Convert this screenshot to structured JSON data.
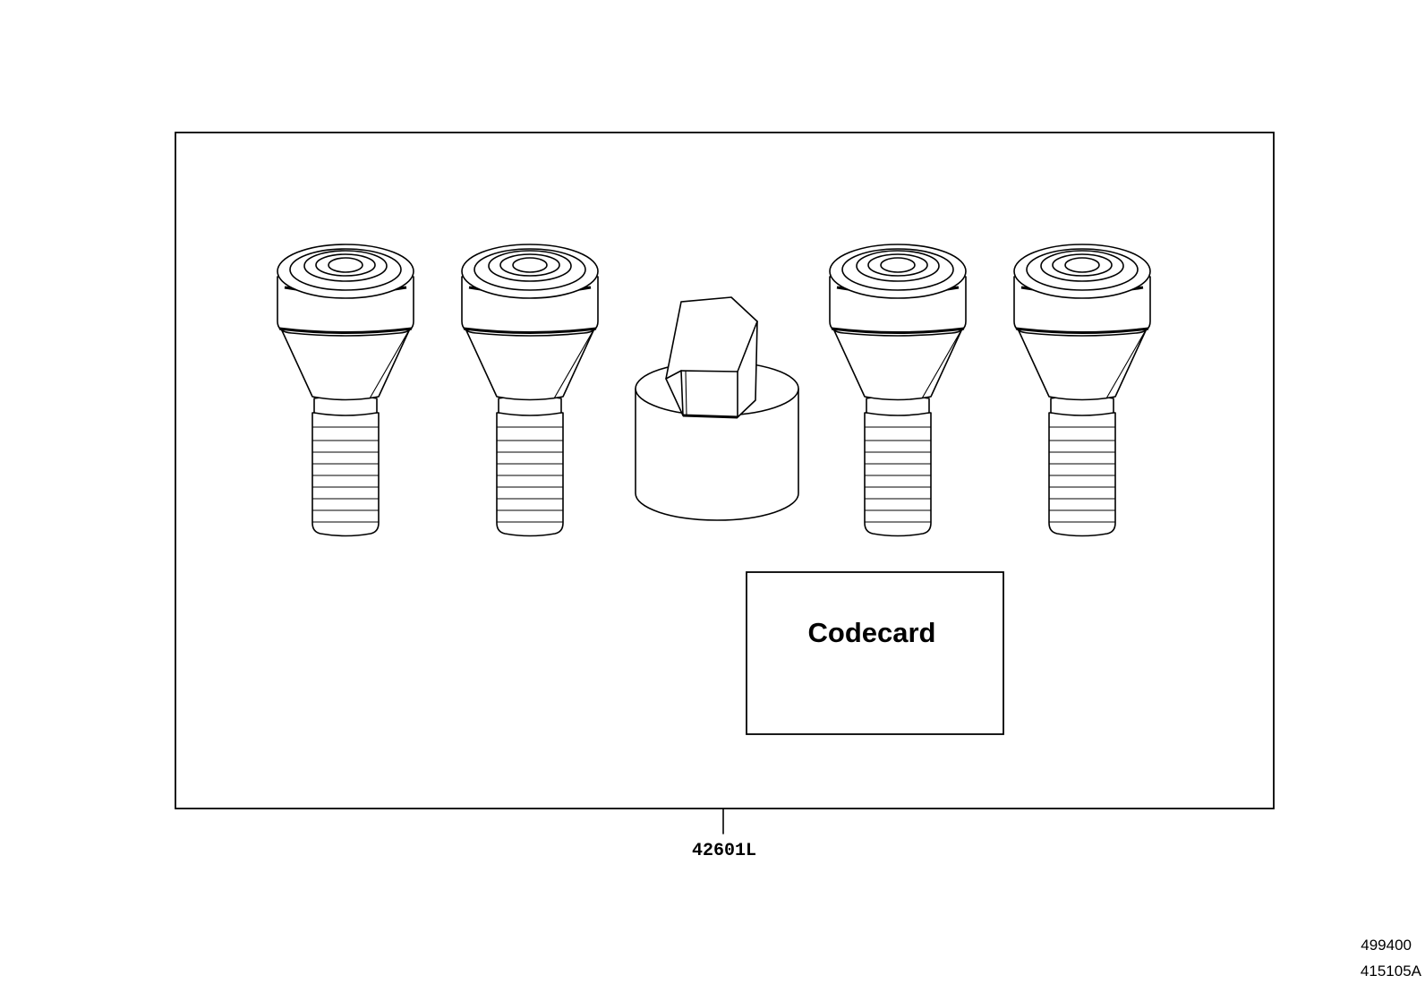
{
  "diagram": {
    "card_label": "Codecard",
    "callout": {
      "part_number": "42601L"
    },
    "references": [
      "499400",
      "415105A"
    ],
    "components": [
      {
        "name": "lock-bolt",
        "icon": "lock-bolt-icon"
      },
      {
        "name": "lock-bolt",
        "icon": "lock-bolt-icon"
      },
      {
        "name": "key-adapter",
        "icon": "key-adapter-icon"
      },
      {
        "name": "lock-bolt",
        "icon": "lock-bolt-icon"
      },
      {
        "name": "lock-bolt",
        "icon": "lock-bolt-icon"
      }
    ]
  }
}
